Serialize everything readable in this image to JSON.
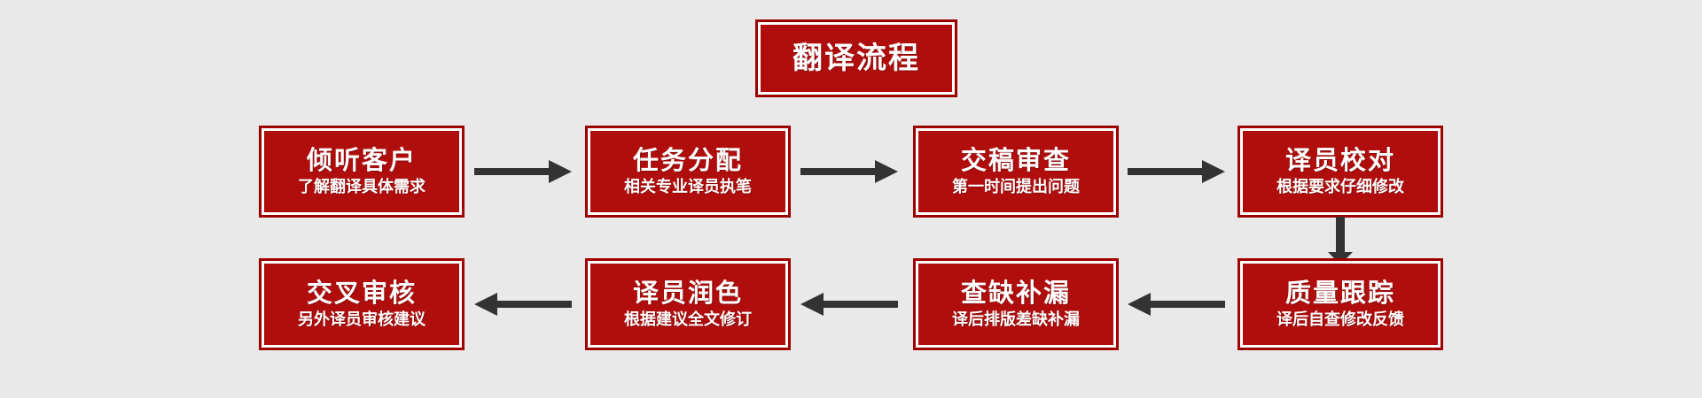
{
  "diagram": {
    "background_color": "#e9e9e9",
    "box_border_color": "#9e0000",
    "box_fill_color": "#b00d0d",
    "box_text_color": "#ffffff",
    "arrow_color": "#333333",
    "title": {
      "text": "翻译流程"
    },
    "steps": [
      {
        "main": "倾听客户",
        "sub": "了解翻译具体需求"
      },
      {
        "main": "任务分配",
        "sub": "相关专业译员执笔"
      },
      {
        "main": "交稿审查",
        "sub": "第一时间提出问题"
      },
      {
        "main": "译员校对",
        "sub": "根据要求仔细修改"
      },
      {
        "main": "质量跟踪",
        "sub": "译后自查修改反馈"
      },
      {
        "main": "查缺补漏",
        "sub": "译后排版差缺补漏"
      },
      {
        "main": "译员润色",
        "sub": "根据建议全文修订"
      },
      {
        "main": "交叉审核",
        "sub": "另外译员审核建议"
      }
    ],
    "connectors": [
      {
        "name": "arrow-right-1",
        "direction": "right"
      },
      {
        "name": "arrow-right-2",
        "direction": "right"
      },
      {
        "name": "arrow-right-3",
        "direction": "right"
      },
      {
        "name": "arrow-down-1",
        "direction": "down"
      },
      {
        "name": "arrow-left-1",
        "direction": "left"
      },
      {
        "name": "arrow-left-2",
        "direction": "left"
      },
      {
        "name": "arrow-left-3",
        "direction": "left"
      }
    ]
  }
}
